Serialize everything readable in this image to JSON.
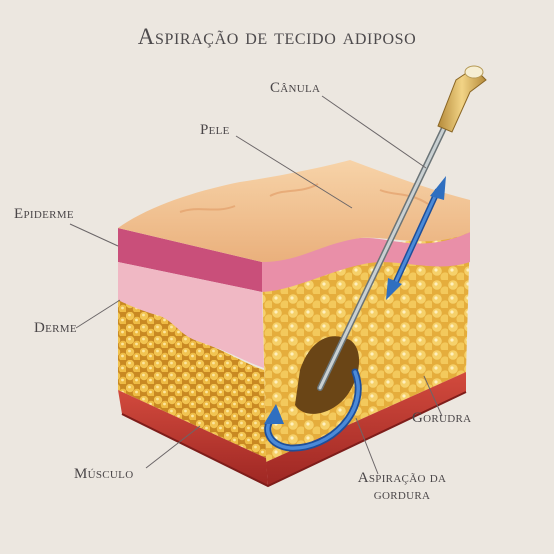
{
  "title": "Aspiração de tecido adiposo",
  "labels": {
    "canula": "Cânula",
    "pele": "Pele",
    "epiderme": "Epiderme",
    "derme": "Derme",
    "gordura": "Gorudra",
    "musculo": "Músculo",
    "aspiracao_line1": "Aspiração da",
    "aspiracao_line2": "gordura"
  },
  "colors": {
    "background": "#ece7e0",
    "skin_surface": "#f1c08f",
    "epidermis": "#e07a9a",
    "dermis": "#f1b3bf",
    "fat": "#e9b23d",
    "muscle": "#c2362f",
    "arrow": "#2f6fc0",
    "cannula": "#9aa3a6",
    "cannula_handle": "#d6b05a"
  },
  "icons": [
    "cannula-icon",
    "double-arrow-icon",
    "suction-arrow-icon"
  ]
}
